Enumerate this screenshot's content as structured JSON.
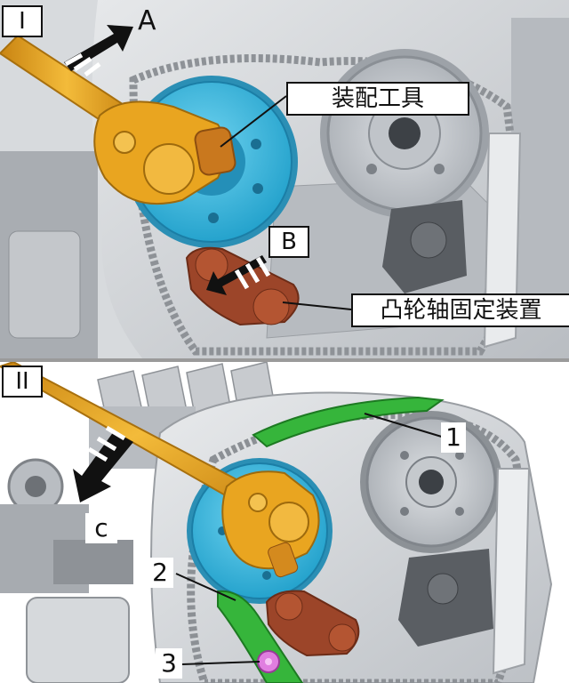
{
  "panels": [
    {
      "id": "I",
      "label": "I",
      "arrow_label": "A",
      "second_arrow_label": "B",
      "callouts": [
        "装配工具",
        "凸轮轴固定装置"
      ]
    },
    {
      "id": "II",
      "label": "II",
      "arrow_label": "c",
      "callouts": [
        "1",
        "2",
        "3"
      ]
    }
  ],
  "colors": {
    "sprocket": "#3bb8dd",
    "wrench": "#e8a21a",
    "camshaft_lock": "#a24a2c",
    "guide": "#35b83a",
    "bolt": "#e07ee0",
    "engine": "#cfd2d6"
  }
}
